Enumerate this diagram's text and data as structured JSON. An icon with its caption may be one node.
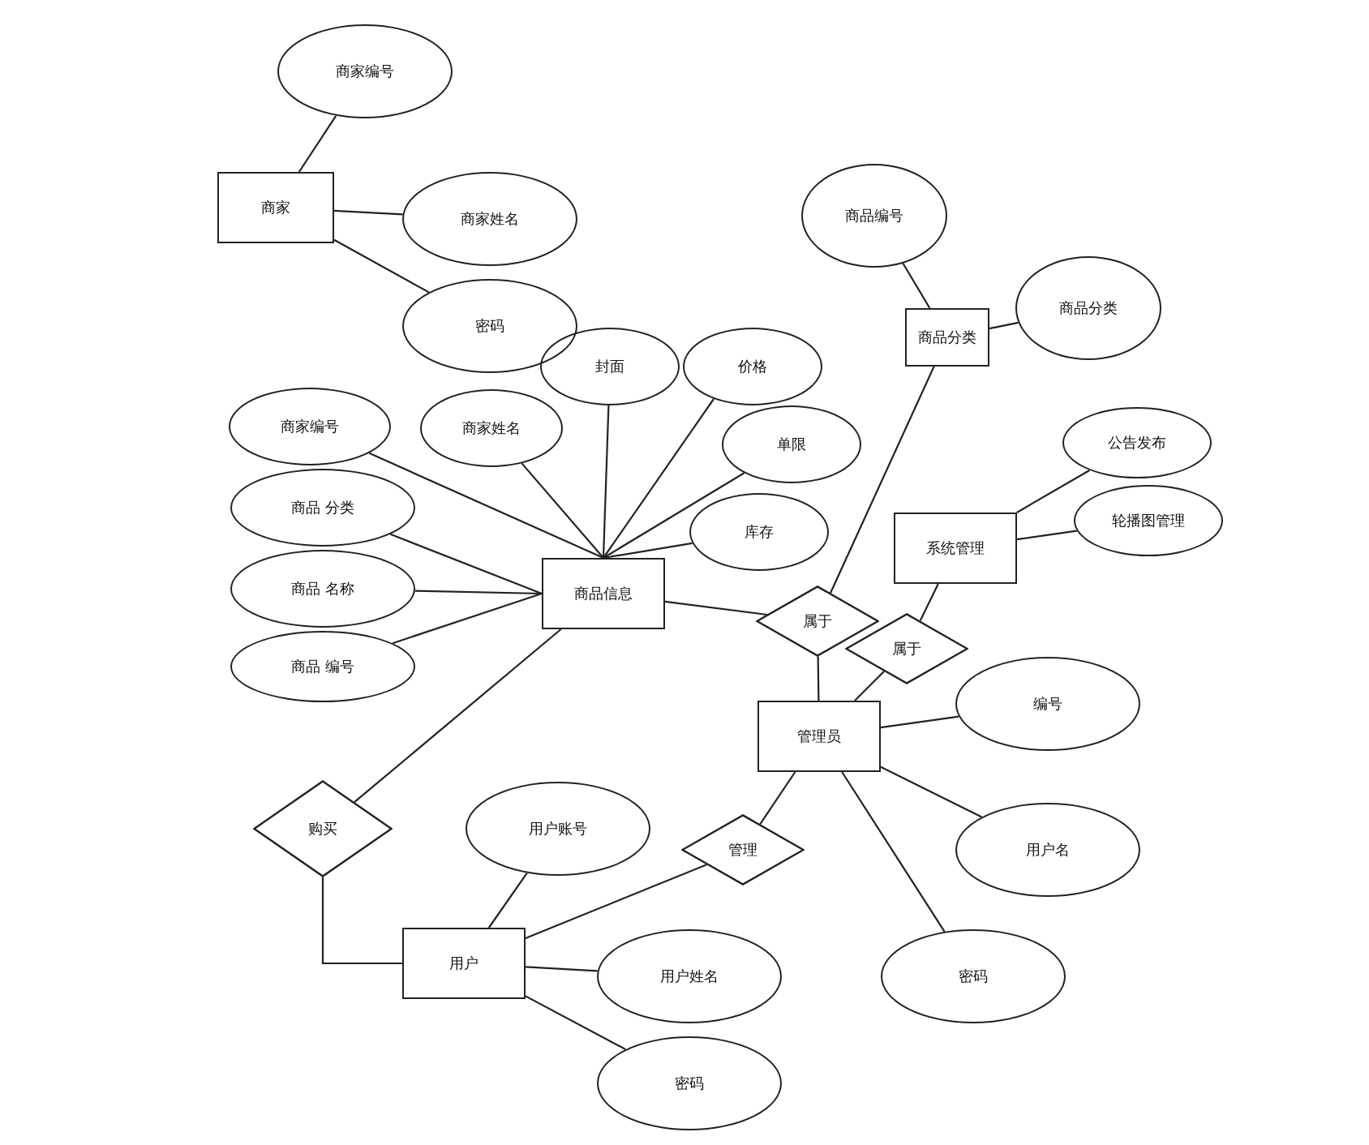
{
  "diagram": {
    "nodes": [
      {
        "text": [
          "商家"
        ]
      },
      {
        "text": [
          "商家编号"
        ]
      },
      {
        "text": [
          "商家姓名"
        ]
      },
      {
        "text": [
          "密码"
        ]
      },
      {
        "text": [
          "商品信息"
        ]
      },
      {
        "text": [
          "封面"
        ]
      },
      {
        "text": [
          "价格"
        ]
      },
      {
        "text": [
          "单限"
        ]
      },
      {
        "text": [
          "库存"
        ]
      },
      {
        "text": [
          "商家编号"
        ]
      },
      {
        "text": [
          "商家姓名"
        ]
      },
      {
        "text": [
          "商品 分类"
        ]
      },
      {
        "text": [
          "商品 名称"
        ]
      },
      {
        "text": [
          "商品 编号"
        ]
      },
      {
        "text": [
          "商品分类"
        ]
      },
      {
        "text": [
          "商品编号"
        ]
      },
      {
        "text": [
          "商品分类"
        ]
      },
      {
        "text": [
          "系统管理"
        ]
      },
      {
        "text": [
          "公告发布"
        ]
      },
      {
        "text": [
          "轮播图管理"
        ]
      },
      {
        "text": [
          "属于"
        ]
      },
      {
        "text": [
          "属于"
        ]
      },
      {
        "text": [
          "管理员"
        ]
      },
      {
        "text": [
          "编号"
        ]
      },
      {
        "text": [
          "用户名"
        ]
      },
      {
        "text": [
          "密码"
        ]
      },
      {
        "text": [
          "管理"
        ]
      },
      {
        "text": [
          "购买"
        ]
      },
      {
        "text": [
          "用户账号"
        ]
      },
      {
        "text": [
          "用户"
        ]
      },
      {
        "text": [
          "用户姓名"
        ]
      },
      {
        "text": [
          "密码"
        ]
      }
    ],
    "edges": [
      {
        "from": 0,
        "to": 1,
        "arrow": "none"
      },
      {
        "from": 0,
        "to": 2,
        "arrow": "none"
      },
      {
        "from": 0,
        "to": 3,
        "arrow": "none"
      },
      {
        "from": 4,
        "to": 5,
        "arrow": "none"
      },
      {
        "from": 4,
        "to": 6,
        "arrow": "none"
      },
      {
        "from": 4,
        "to": 7,
        "arrow": "none"
      },
      {
        "from": 4,
        "to": 8,
        "arrow": "none"
      },
      {
        "from": 4,
        "to": 9,
        "arrow": "none"
      },
      {
        "from": 4,
        "to": 10,
        "arrow": "none"
      },
      {
        "from": 4,
        "to": 11,
        "arrow": "none"
      },
      {
        "from": 4,
        "to": 12,
        "arrow": "none"
      },
      {
        "from": 4,
        "to": 13,
        "arrow": "none"
      },
      {
        "from": 14,
        "to": 15,
        "arrow": "none"
      },
      {
        "from": 14,
        "to": 16,
        "arrow": "none"
      },
      {
        "from": 17,
        "to": 18,
        "arrow": "none"
      },
      {
        "from": 17,
        "to": 19,
        "arrow": "none"
      },
      {
        "from": 4,
        "to": 20,
        "arrow": "none"
      },
      {
        "from": 14,
        "to": 20,
        "arrow": "none"
      },
      {
        "from": 20,
        "to": 22,
        "arrow": "none"
      },
      {
        "from": 17,
        "to": 21,
        "arrow": "none"
      },
      {
        "from": 21,
        "to": 22,
        "arrow": "none"
      },
      {
        "from": 22,
        "to": 23,
        "arrow": "none"
      },
      {
        "from": 22,
        "to": 24,
        "arrow": "none"
      },
      {
        "from": 22,
        "to": 25,
        "arrow": "none"
      },
      {
        "from": 22,
        "to": 26,
        "arrow": "none"
      },
      {
        "from": 26,
        "to": 29,
        "arrow": "none"
      },
      {
        "from": 4,
        "to": 27,
        "arrow": "none"
      },
      {
        "from": 27,
        "to": 29,
        "arrow": "none"
      },
      {
        "from": 29,
        "to": 28,
        "arrow": "none"
      },
      {
        "from": 29,
        "to": 30,
        "arrow": "none"
      },
      {
        "from": 29,
        "to": 31,
        "arrow": "none"
      }
    ]
  }
}
